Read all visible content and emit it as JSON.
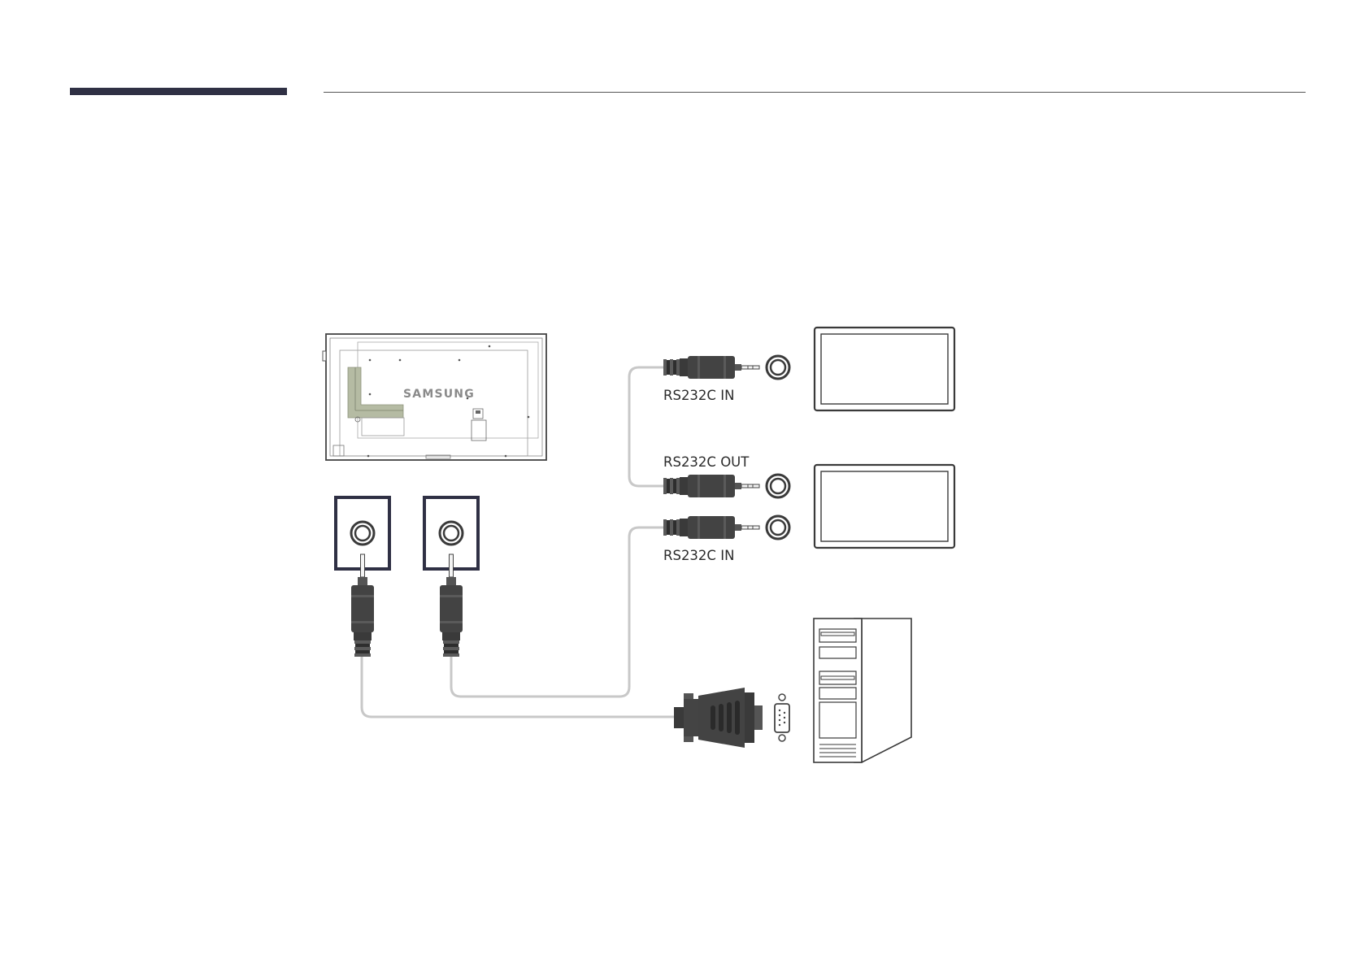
{
  "colors": {
    "accent_bar": "#2f3044",
    "header_rule": "#555555",
    "cable": "#c8c8c8",
    "plug_dark": "#404040",
    "panel_frame": "#3a3a3a",
    "highlight": "#b5bba3"
  },
  "display": {
    "brand": "SAMSUNG"
  },
  "labels": {
    "top_in": "RS232C IN",
    "out": "RS232C OUT",
    "bottom_in": "RS232C IN"
  },
  "icons": {
    "display_rear": "display-rear-icon",
    "monitor": "monitor-icon",
    "pc_tower": "pc-tower-icon",
    "db9_plug": "serial-connector-icon",
    "db9_port": "serial-port-icon",
    "jack_port": "jack-port-icon",
    "stereo_plug": "stereo-plug-icon"
  }
}
